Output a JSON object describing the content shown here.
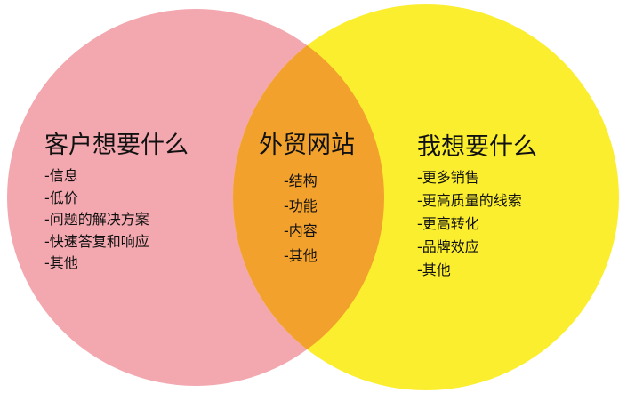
{
  "colors": {
    "left_circle": "#f3a8b0",
    "right_circle": "#fbee2f",
    "overlap": "#f2a12c"
  },
  "left": {
    "title": "客户想要什么",
    "items": [
      "-信息",
      "-低价",
      "-问题的解决方案",
      "-快速答复和响应",
      "-其他"
    ]
  },
  "center": {
    "title": "外贸网站",
    "items": [
      "-结构",
      "-功能",
      "-内容",
      "-其他"
    ]
  },
  "right": {
    "title": "我想要什么",
    "items": [
      "-更多销售",
      "-更高质量的线索",
      "-更高转化",
      "-品牌效应",
      "-其他"
    ]
  }
}
